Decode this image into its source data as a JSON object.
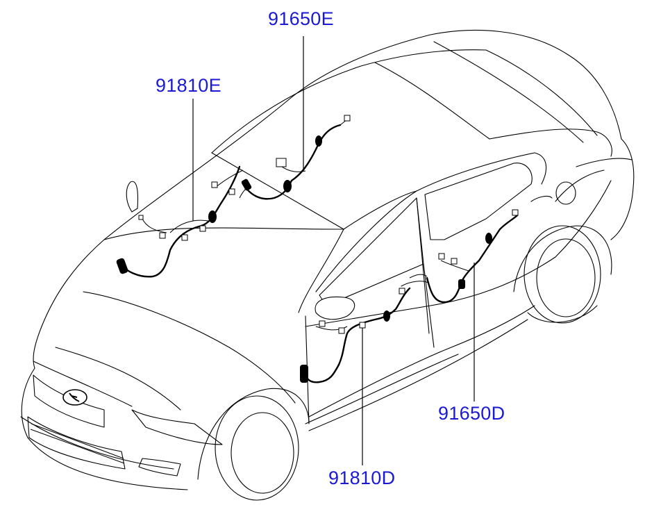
{
  "colors": {
    "callout": "#1a1ad6",
    "line": "#000000",
    "background": "#ffffff"
  },
  "callouts": {
    "rear_roof_harness": "91650E",
    "front_roof_harness": "91810E",
    "rear_door_harness": "91650D",
    "front_door_harness": "91810D"
  },
  "icons": {
    "emblem": "hyundai-emblem-icon"
  }
}
